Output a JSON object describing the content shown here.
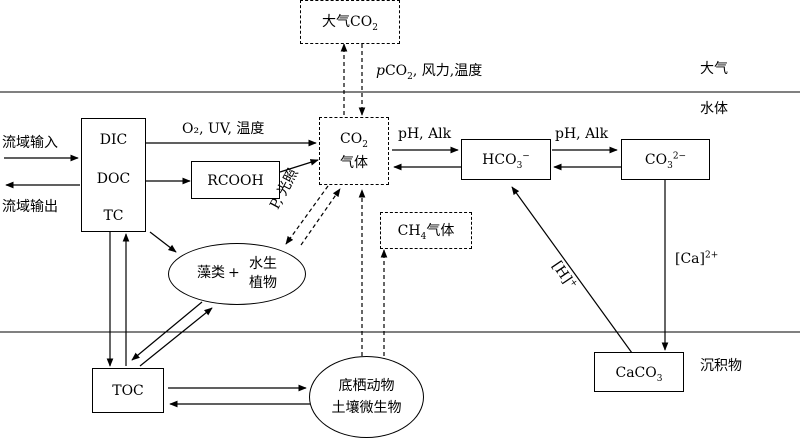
{
  "zones": {
    "atmosphere": "大气",
    "water": "水体",
    "sediment": "沉积物"
  },
  "nodes": {
    "atm_co2": {
      "base": "大气CO",
      "sub": "2"
    },
    "dissolved": [
      "DIC",
      "DOC",
      "TC"
    ],
    "rcooh": "RCOOH",
    "co2_gas": {
      "line1_base": "CO",
      "line1_sub": "2",
      "line2": "气体"
    },
    "hco3": {
      "base": "HCO",
      "sub": "3",
      "sup": "−"
    },
    "co3": {
      "base": "CO",
      "sub": "3",
      "sup": "2−"
    },
    "ch4": {
      "base": "CH",
      "sub": "4",
      "rest": "气体"
    },
    "algae": {
      "left": "藻类",
      "plus": "+",
      "right1": "水生",
      "right2": "植物"
    },
    "toc": "TOC",
    "benthos": {
      "line1": "底栖动物",
      "line2": "土壤微生物"
    },
    "caco3": {
      "base": "CaCO",
      "sub": "3"
    }
  },
  "labels": {
    "pco2": {
      "italic": "p",
      "base": "CO",
      "sub": "2",
      "rest": ", 风力,温度"
    },
    "inflow": "流域输入",
    "outflow": "流域输出",
    "oxidation": "O₂, UV, 温度",
    "ph_alk_1": "pH, Alk",
    "ph_alk_2": "pH, Alk",
    "p_light": "P, 光照",
    "h_plus": {
      "base": "[H]",
      "sup": "+"
    },
    "ca": {
      "base": "[Ca]",
      "sup": "2+"
    }
  }
}
